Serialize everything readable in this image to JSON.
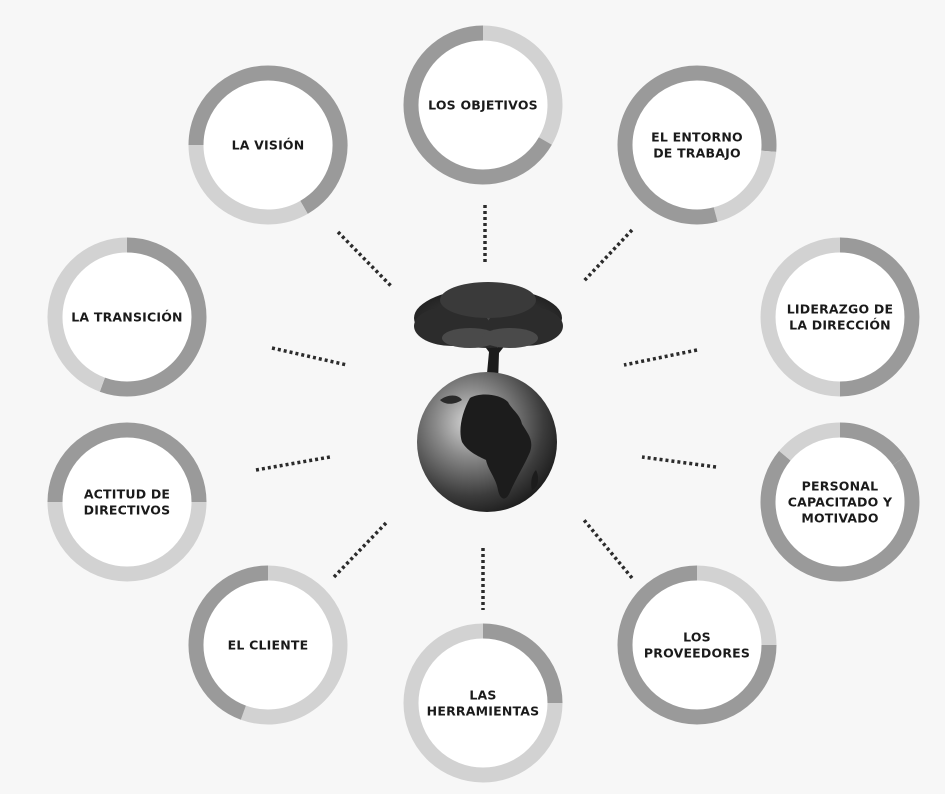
{
  "diagram": {
    "center_image": "tree-on-globe",
    "colors": {
      "ring_dark": "#9a9a9a",
      "ring_light": "#d2d2d2",
      "connector": "#2b2b2b",
      "text": "#1a1a1a"
    },
    "nodes": [
      {
        "id": "los-objetivos",
        "lines": [
          "LOS OBJETIVOS"
        ]
      },
      {
        "id": "el-entorno-de-trabajo",
        "lines": [
          "EL ENTORNO",
          "DE TRABAJO"
        ]
      },
      {
        "id": "liderazgo-de-la-direccion",
        "lines": [
          "LIDERAZGO DE",
          "LA DIRECCIÓN"
        ]
      },
      {
        "id": "personal-capacitado-y-motivado",
        "lines": [
          "PERSONAL",
          "CAPACITADO Y",
          "MOTIVADO"
        ]
      },
      {
        "id": "los-proveedores",
        "lines": [
          "LOS",
          "PROVEEDORES"
        ]
      },
      {
        "id": "las-herramientas",
        "lines": [
          "LAS",
          "HERRAMIENTAS"
        ]
      },
      {
        "id": "el-cliente",
        "lines": [
          "EL CLIENTE"
        ]
      },
      {
        "id": "actitud-de-directivos",
        "lines": [
          "ACTITUD DE",
          "DIRECTIVOS"
        ]
      },
      {
        "id": "la-transicion",
        "lines": [
          "LA TRANSICIÓN"
        ]
      },
      {
        "id": "la-vision",
        "lines": [
          "LA VISIÓN"
        ]
      }
    ]
  }
}
